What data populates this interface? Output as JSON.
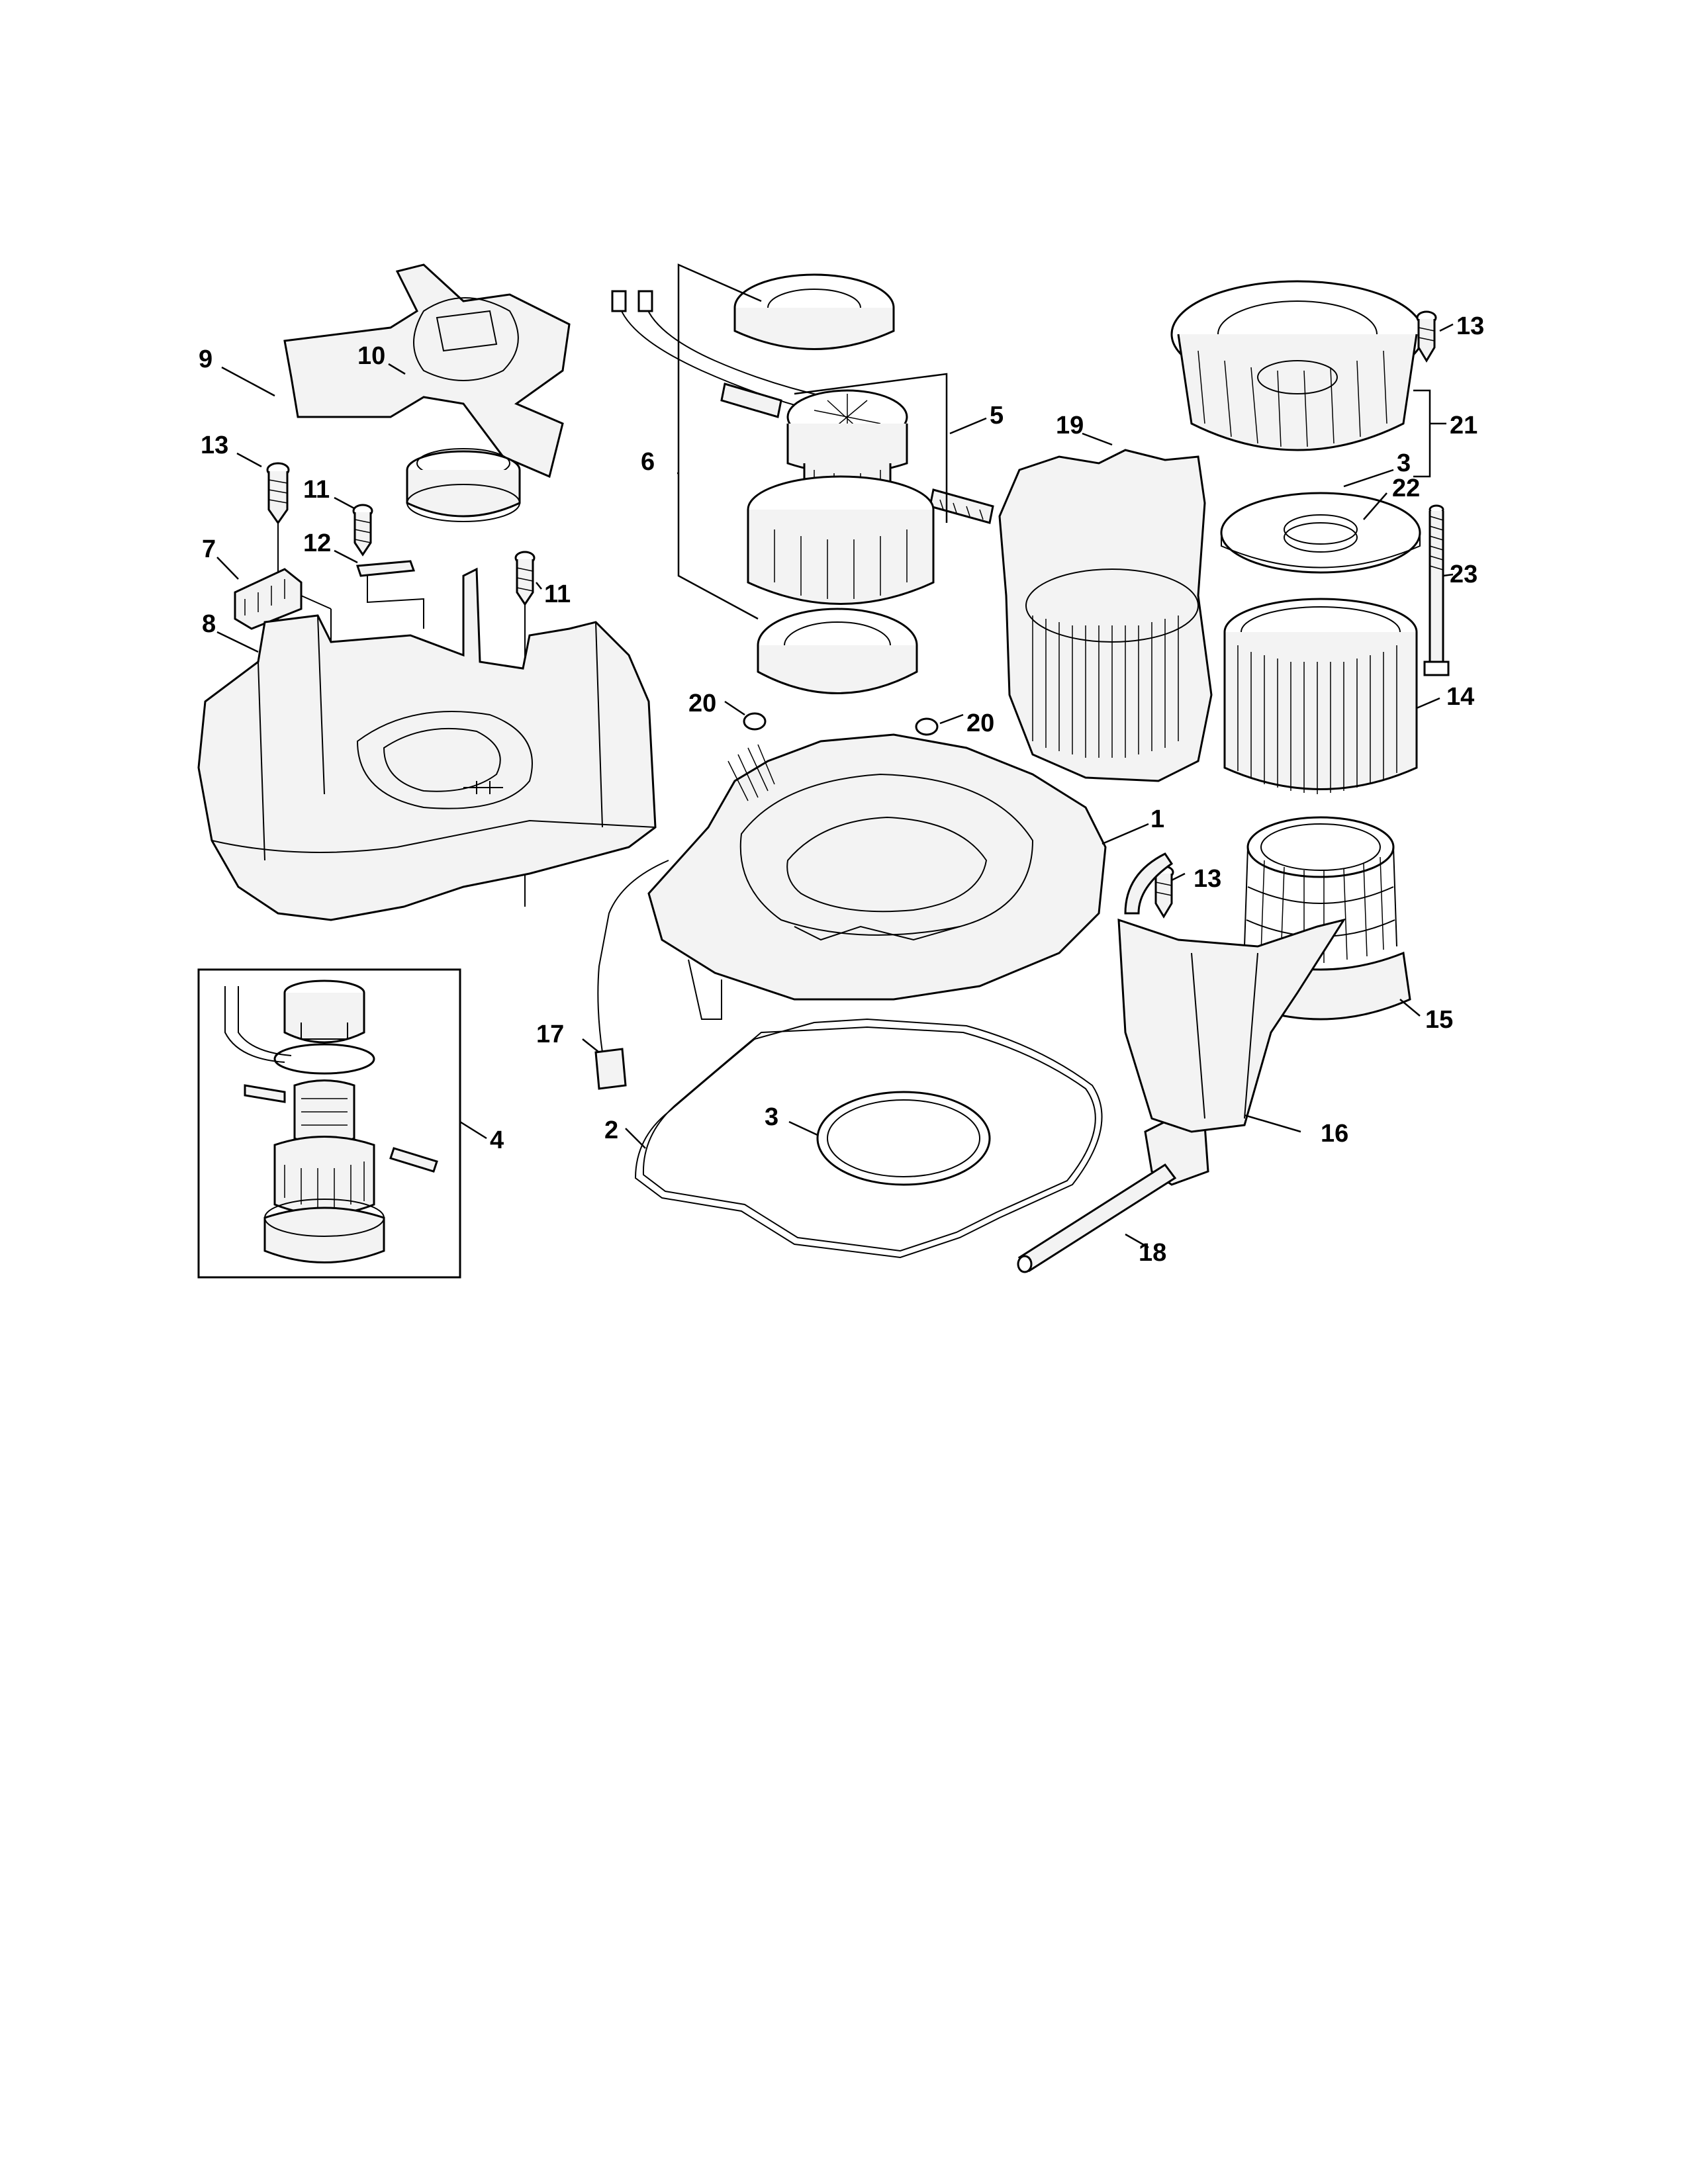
{
  "callouts": [
    {
      "key": "c1",
      "label": "1"
    },
    {
      "key": "c2",
      "label": "2"
    },
    {
      "key": "c3a",
      "label": "3"
    },
    {
      "key": "c3b",
      "label": "3"
    },
    {
      "key": "c4",
      "label": "4"
    },
    {
      "key": "c5",
      "label": "5"
    },
    {
      "key": "c6",
      "label": "6"
    },
    {
      "key": "c7",
      "label": "7"
    },
    {
      "key": "c8",
      "label": "8"
    },
    {
      "key": "c9",
      "label": "9"
    },
    {
      "key": "c10",
      "label": "10"
    },
    {
      "key": "c11a",
      "label": "11"
    },
    {
      "key": "c11b",
      "label": "11"
    },
    {
      "key": "c12",
      "label": "12"
    },
    {
      "key": "c13a",
      "label": "13"
    },
    {
      "key": "c13b",
      "label": "13"
    },
    {
      "key": "c13c",
      "label": "13"
    },
    {
      "key": "c14",
      "label": "14"
    },
    {
      "key": "c15",
      "label": "15"
    },
    {
      "key": "c16",
      "label": "16"
    },
    {
      "key": "c17",
      "label": "17"
    },
    {
      "key": "c18",
      "label": "18"
    },
    {
      "key": "c19",
      "label": "19"
    },
    {
      "key": "c20a",
      "label": "20"
    },
    {
      "key": "c20b",
      "label": "20"
    },
    {
      "key": "c21",
      "label": "21"
    },
    {
      "key": "c22",
      "label": "22"
    },
    {
      "key": "c23",
      "label": "23"
    }
  ]
}
